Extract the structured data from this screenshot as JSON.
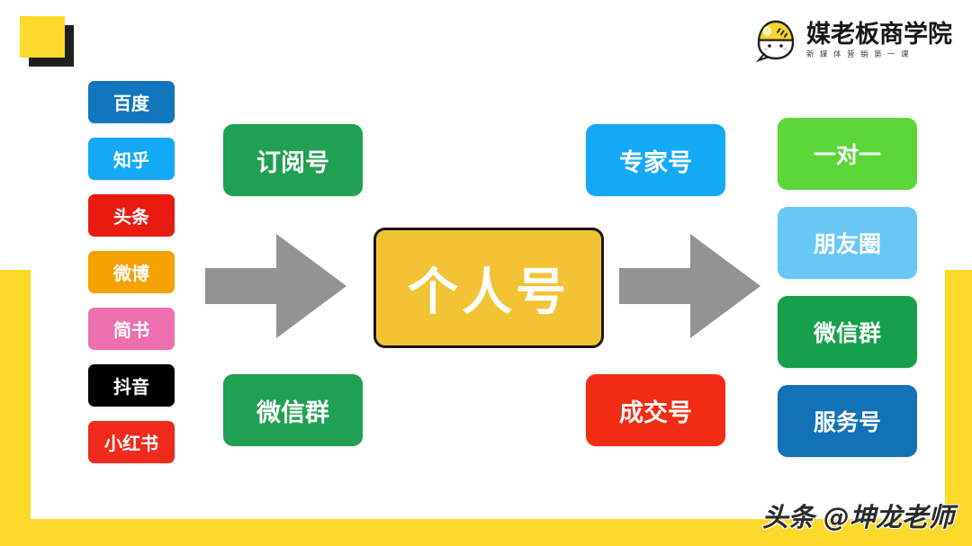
{
  "brand": {
    "logo_title": "媒老板商学院",
    "logo_subtitle": "新媒体营销第一课",
    "mascot_icon": "egg-mascot-with-helmet-icon"
  },
  "watermark": {
    "text": "头条 @坤龙老师"
  },
  "decoration": {
    "square_yellow": "#FCD92B",
    "square_dark": "#1F1F1F",
    "frame_color": "#FCD92B"
  },
  "diagram": {
    "type": "flow",
    "center": {
      "label": "个人号",
      "bg": "#F3C336",
      "border": "#171717",
      "text_color": "#FFFFFF"
    },
    "arrows": [
      {
        "name": "arrow-left-to-center",
        "direction": "right",
        "color": "#939393"
      },
      {
        "name": "arrow-center-to-right",
        "direction": "right",
        "color": "#939393"
      }
    ],
    "platforms": [
      {
        "label": "百度",
        "bg": "#1176BC",
        "text_color": "#FFFFFF"
      },
      {
        "label": "知乎",
        "bg": "#13A9F7",
        "text_color": "#FFFFFF"
      },
      {
        "label": "头条",
        "bg": "#E91B11",
        "text_color": "#FFFFFF"
      },
      {
        "label": "微博",
        "bg": "#F5A201",
        "text_color": "#FFFFFF"
      },
      {
        "label": "简书",
        "bg": "#EE6FB0",
        "text_color": "#FFFFFF"
      },
      {
        "label": "抖音",
        "bg": "#000000",
        "text_color": "#FFFFFF"
      },
      {
        "label": "小红书",
        "bg": "#F02B1D",
        "text_color": "#FFFFFF"
      }
    ],
    "inputs": [
      {
        "label": "订阅号",
        "bg": "#20A052",
        "text_color": "#FFFFFF"
      },
      {
        "label": "微信群",
        "bg": "#20A052",
        "text_color": "#FFFFFF"
      }
    ],
    "outputs_mid": [
      {
        "label": "专家号",
        "bg": "#13A9F7",
        "text_color": "#FFFFFF"
      },
      {
        "label": "成交号",
        "bg": "#F22B13",
        "text_color": "#FFFFFF"
      }
    ],
    "outputs_right": [
      {
        "label": "一对一",
        "bg": "#5BD636",
        "text_color": "#FFFFFF"
      },
      {
        "label": "朋友圈",
        "bg": "#69C7F6",
        "text_color": "#FFFFFF"
      },
      {
        "label": "微信群",
        "bg": "#17A04B",
        "text_color": "#FFFFFF"
      },
      {
        "label": "服务号",
        "bg": "#1272B5",
        "text_color": "#FFFFFF"
      }
    ]
  }
}
